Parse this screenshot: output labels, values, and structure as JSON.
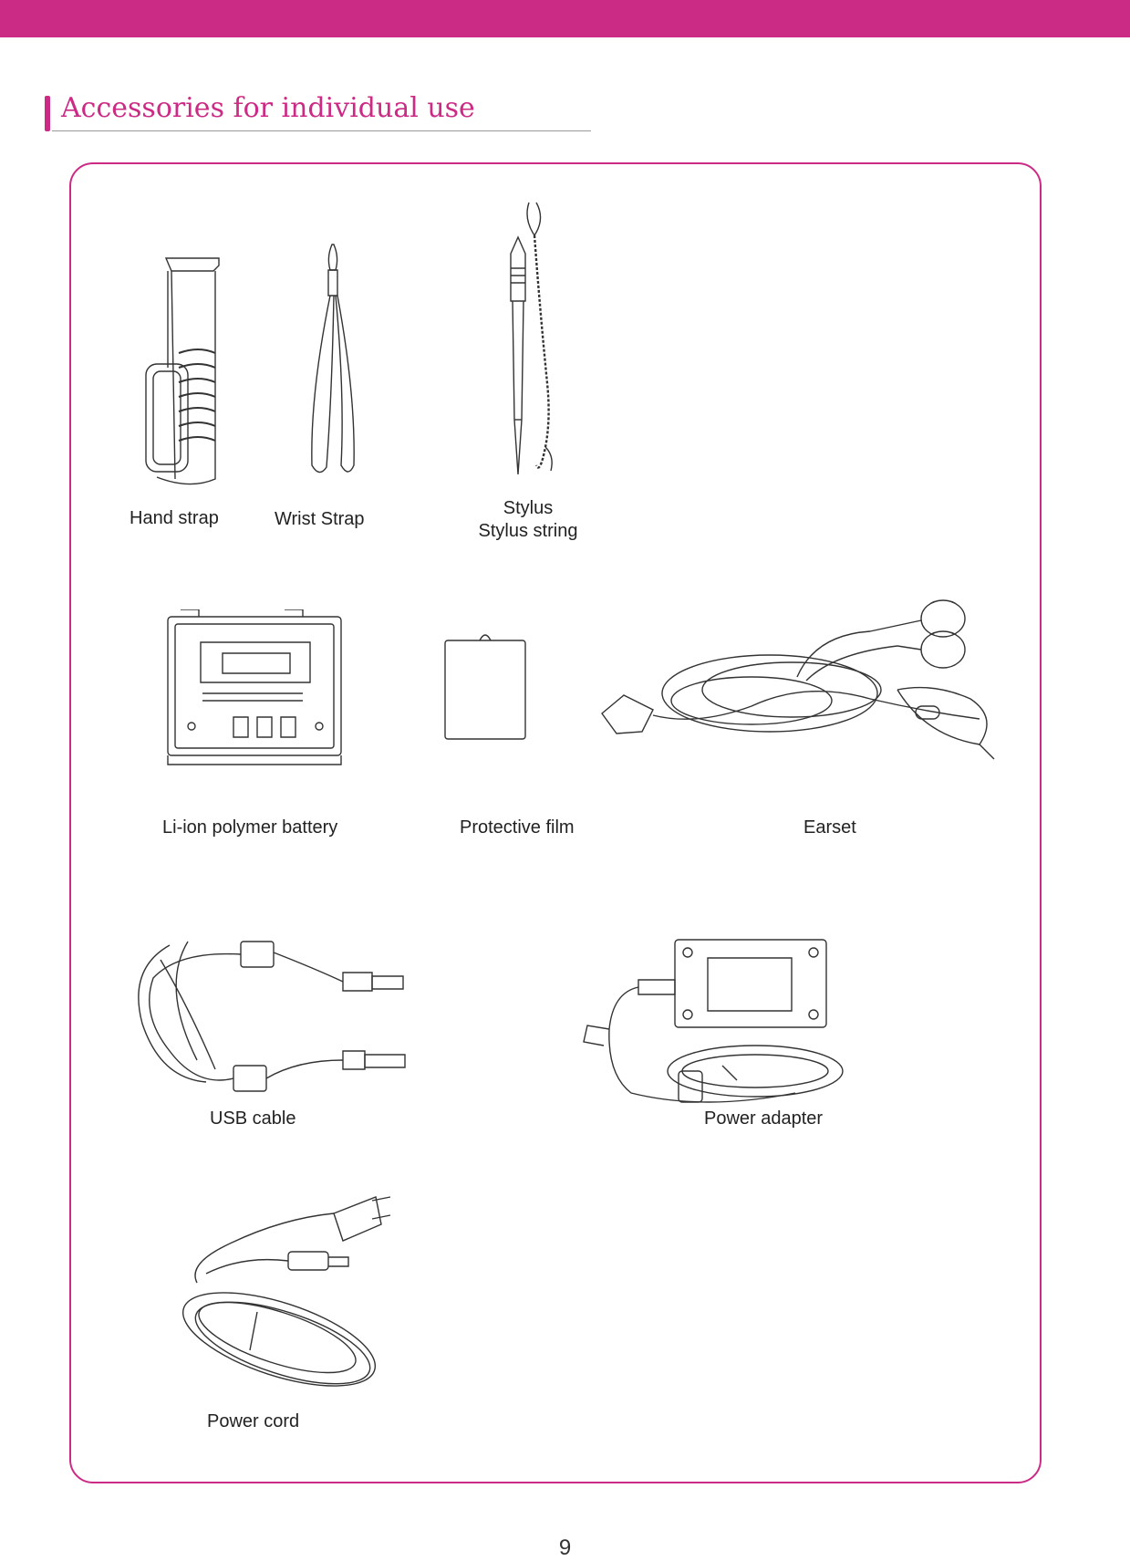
{
  "section": {
    "title": "Accessories for individual use"
  },
  "accessories": {
    "hand_strap": "Hand strap",
    "wrist_strap": "Wrist Strap",
    "stylus": "Stylus",
    "stylus_string": "Stylus string",
    "battery": "Li-ion polymer battery",
    "protective_film": "Protective film",
    "earset": "Earset",
    "usb_cable": "USB cable",
    "power_adapter": "Power adapter",
    "power_cord": "Power cord"
  },
  "footer": {
    "page_number": "9"
  },
  "colors": {
    "accent": "#cc2b85",
    "line_art": "#333333"
  }
}
